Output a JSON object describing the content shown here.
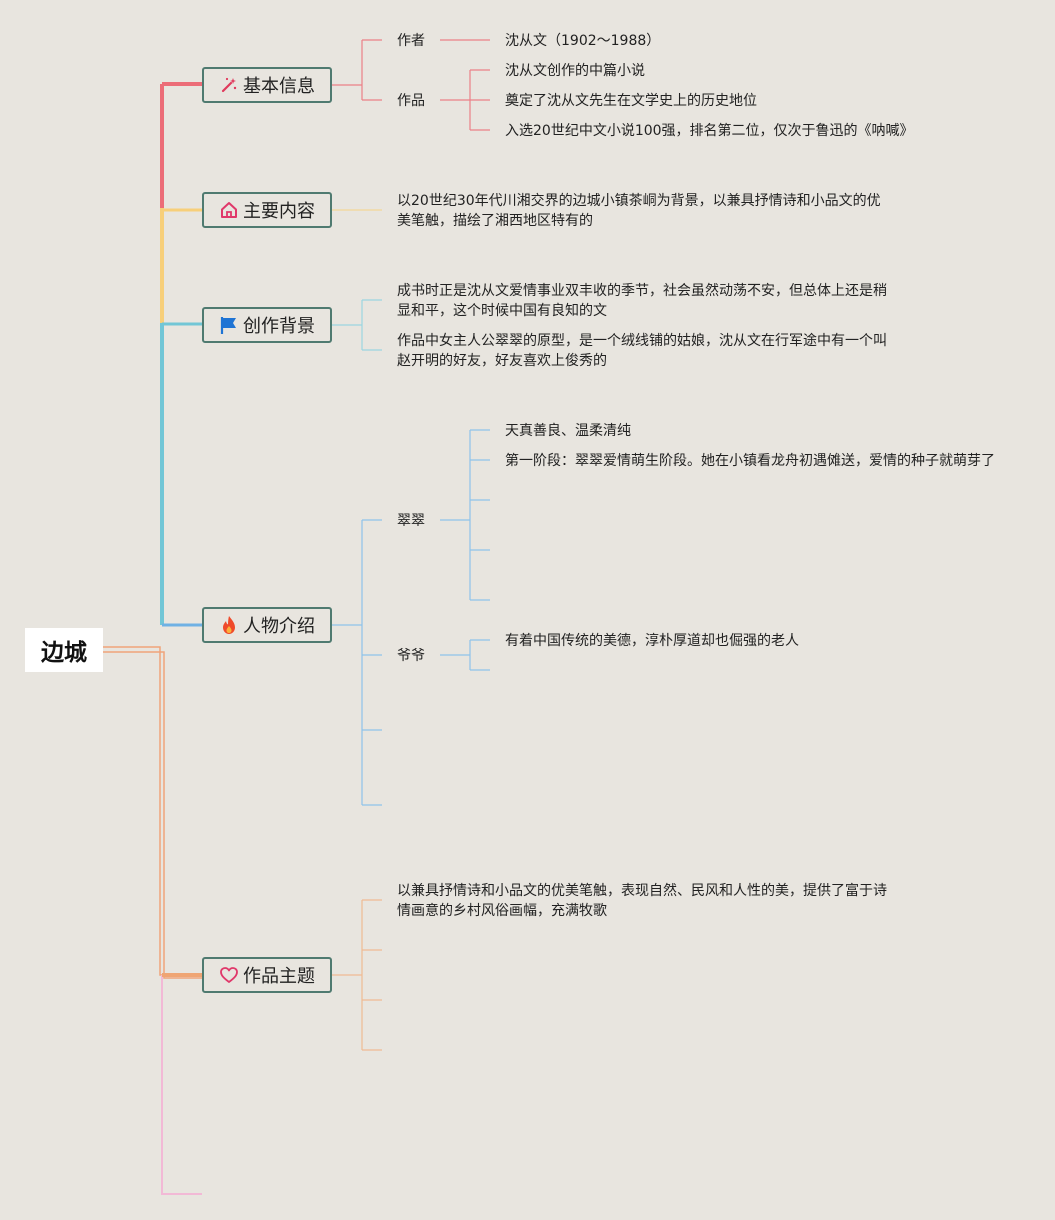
{
  "root": {
    "title": "边城"
  },
  "branches": {
    "basic": {
      "label": "基本信息",
      "icon": "sparkle-wand-icon",
      "color": "#ec6d78",
      "author_label": "作者",
      "author_value": "沈从文（1902～1988）",
      "works_label": "作品",
      "works_items": [
        "沈从文创作的中篇小说",
        "奠定了沈从文先生在文学史上的历史地位",
        "入选20世纪中文小说100强，排名第二位，仅次于鲁迅的《呐喊》"
      ]
    },
    "content": {
      "label": "主要内容",
      "icon": "house-icon",
      "color": "#f7cf7a",
      "text": "以20世纪30年代川湘交界的边城小镇茶峒为背景，以兼具抒情诗和小品文的优美笔触，描绘了湘西地区特有的"
    },
    "background": {
      "label": "创作背景",
      "icon": "flag-icon",
      "color": "#72c6d6",
      "items": [
        "成书时正是沈从文爱情事业双丰收的季节，社会虽然动荡不安，但总体上还是稍显和平，这个时候中国有良知的文",
        "作品中女主人公翠翠的原型，是一个绒线铺的姑娘，沈从文在行军途中有一个叫赵开明的好友，好友喜欢上俊秀的"
      ]
    },
    "characters": {
      "label": "人物介绍",
      "icon": "flame-icon",
      "color": "#6fb1e4",
      "cuicui_label": "翠翠",
      "cuicui_items": [
        "天真善良、温柔清纯",
        "第一阶段：翠翠爱情萌生阶段。她在小镇看龙舟初遇傩送，爱情的种子就萌芽了"
      ],
      "grandpa_label": "爷爷",
      "grandpa_items": [
        "有着中国传统的美德，淳朴厚道却也倔强的老人"
      ]
    },
    "theme": {
      "label": "作品主题",
      "icon": "heart-icon",
      "color": "#efa574",
      "text": "以兼具抒情诗和小品文的优美笔触，表现自然、民风和人性的美，提供了富于诗情画意的乡村风俗画幅，充满牧歌"
    },
    "extra": {
      "color": "#f2b9d6"
    }
  },
  "colors": {
    "background": "#e8e5df",
    "box_border": "#4f7a70",
    "root_line": "#f0a37a"
  }
}
